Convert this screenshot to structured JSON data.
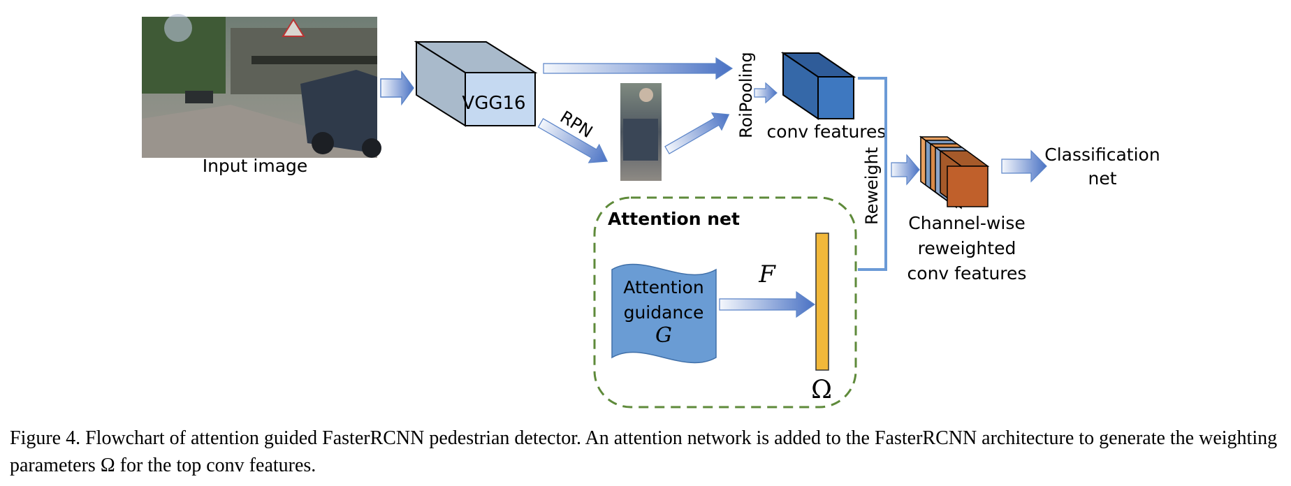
{
  "diagram": {
    "input_image_label": "Input image",
    "vgg_label": "VGG16",
    "rpn_label": "RPN",
    "roipooling_label": "RoiPooling",
    "conv_features_label": "conv features",
    "reweight_label": "Reweight",
    "channelwise_lines": [
      "Channel-wise",
      "reweighted",
      "conv features"
    ],
    "classification_lines": [
      "Classification",
      "net"
    ],
    "attention_net_label": "Attention net",
    "attention_guidance_lines": [
      "Attention",
      "guidance"
    ],
    "g_symbol": "G",
    "f_symbol": "F",
    "omega_symbol": "Ω"
  },
  "caption": {
    "text": "Figure 4. Flowchart of attention guided FasterRCNN pedestrian detector. An attention network is added to the FasterRCNN architecture to generate the weighting parameters Ω for the top conv features."
  },
  "colors": {
    "arrow_light": "#eef3fb",
    "arrow_dark": "#4a72c4",
    "vgg_front": "#c5d9f1",
    "vgg_top": "#a9bacb",
    "conv_front": "#3a6fb3",
    "conv_top": "#2f5c99",
    "conv_side": "#3e78c0",
    "reweight_bracket": "#6b9ad6",
    "attention_border": "#5e8a3a",
    "guidance_fill": "#6a9cd4",
    "omega_bar": "#f2b83a",
    "channel_orange": "#c0602b"
  }
}
